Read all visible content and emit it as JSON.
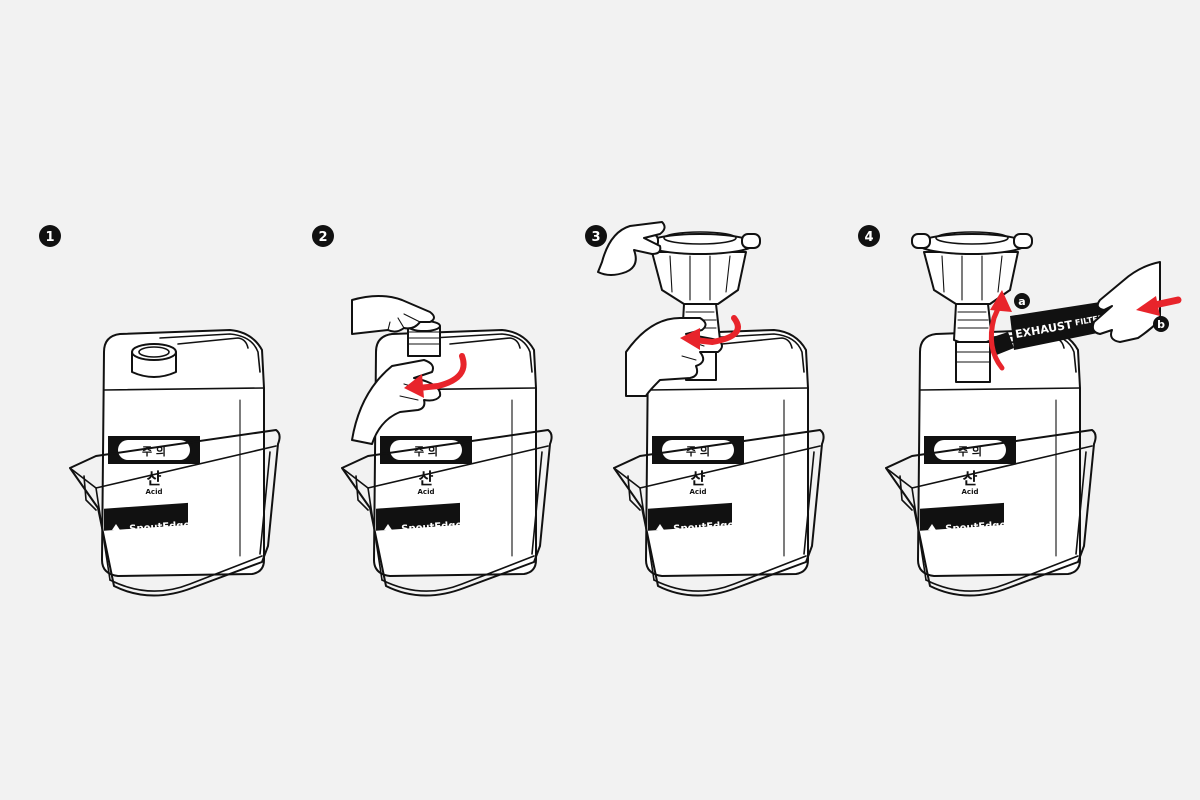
{
  "colors": {
    "background": "#f2f2f2",
    "ink": "#111111",
    "arrow": "#e8242b",
    "fill": "#ffffff"
  },
  "label": {
    "caution": "주  의",
    "hazard_kr": "산",
    "hazard_en": "Acid",
    "brand": "SpoutEdge"
  },
  "filter": {
    "word1": "EXHAUST",
    "word2": "FILTER"
  },
  "steps": [
    {
      "number": "1"
    },
    {
      "number": "2"
    },
    {
      "number": "3"
    },
    {
      "number": "4"
    }
  ],
  "callouts": {
    "a": "a",
    "b": "b"
  }
}
